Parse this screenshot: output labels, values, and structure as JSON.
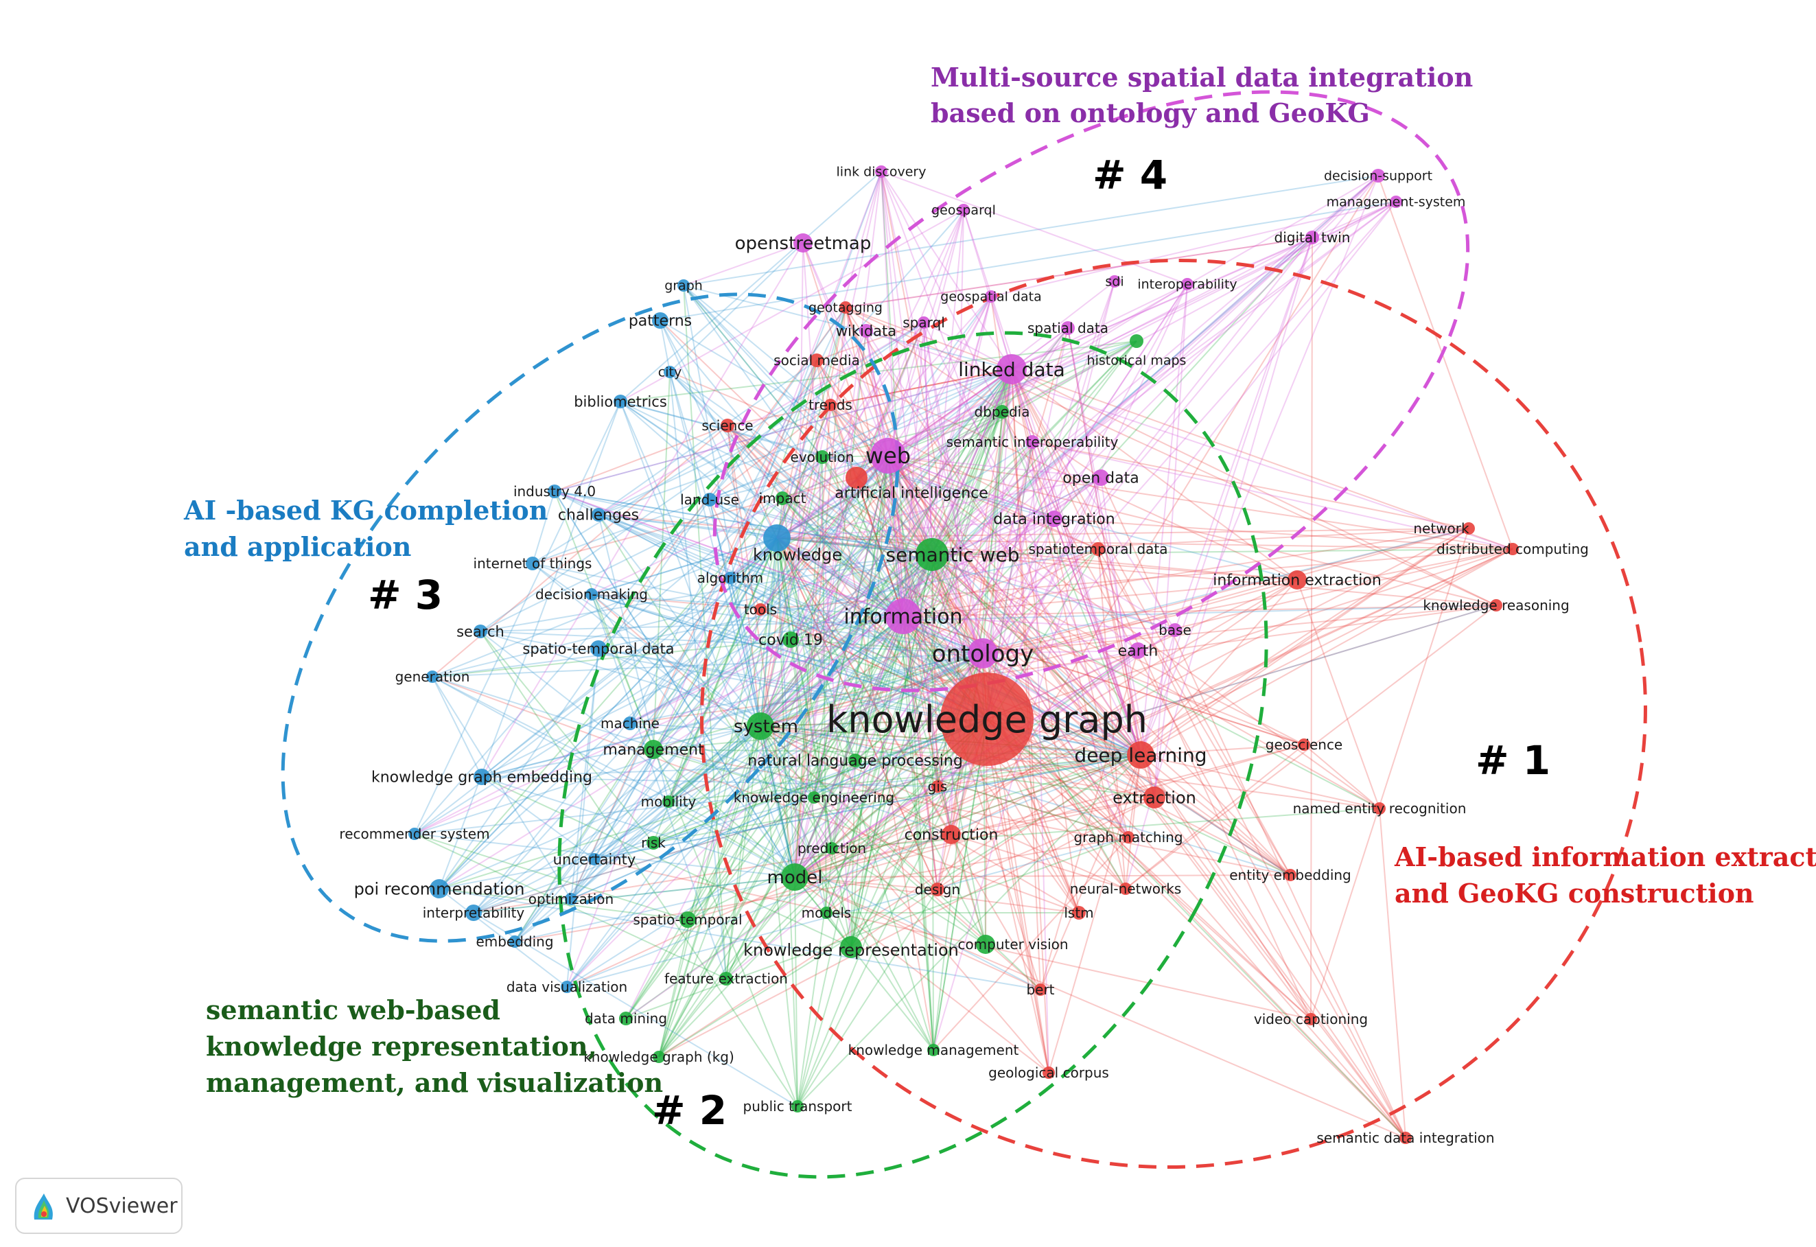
{
  "colors": {
    "cluster1": "#e8413c",
    "cluster2": "#1fae3c",
    "cluster3": "#2f93d0",
    "cluster4": "#d455d8",
    "label1": "#d81f1f",
    "label2": "#1a5c1a",
    "label3": "#1a7cc2",
    "label4": "#8a2ea8"
  },
  "clusters": [
    {
      "id": 1,
      "number": "# 1",
      "label_lines": [
        "AI-based information extraction",
        "and GeoKG construction"
      ]
    },
    {
      "id": 2,
      "number": "# 2",
      "label_lines": [
        "semantic web-based",
        "knowledge representation,",
        "management, and visualization"
      ]
    },
    {
      "id": 3,
      "number": "# 3",
      "label_lines": [
        "AI -based KG completion",
        "and application"
      ]
    },
    {
      "id": 4,
      "number": "# 4",
      "label_lines": [
        "Multi-source spatial data integration",
        "based on ontology and GeoKG"
      ]
    }
  ],
  "nodes": [
    {
      "label": "knowledge graph",
      "cluster": 1,
      "weight": 10
    },
    {
      "label": "deep learning",
      "cluster": 1,
      "weight": 4
    },
    {
      "label": "extraction",
      "cluster": 1,
      "weight": 3
    },
    {
      "label": "information extraction",
      "cluster": 1,
      "weight": 2
    },
    {
      "label": "network",
      "cluster": 1,
      "weight": 1
    },
    {
      "label": "distributed computing",
      "cluster": 1,
      "weight": 1
    },
    {
      "label": "knowledge reasoning",
      "cluster": 1,
      "weight": 1
    },
    {
      "label": "geoscience",
      "cluster": 1,
      "weight": 1
    },
    {
      "label": "named entity recognition",
      "cluster": 1,
      "weight": 1
    },
    {
      "label": "entity embedding",
      "cluster": 1,
      "weight": 1
    },
    {
      "label": "graph matching",
      "cluster": 1,
      "weight": 1
    },
    {
      "label": "neural-networks",
      "cluster": 1,
      "weight": 1
    },
    {
      "label": "lstm",
      "cluster": 1,
      "weight": 1
    },
    {
      "label": "bert",
      "cluster": 1,
      "weight": 1
    },
    {
      "label": "video captioning",
      "cluster": 1,
      "weight": 1
    },
    {
      "label": "semantic data integration",
      "cluster": 1,
      "weight": 1
    },
    {
      "label": "geological corpus",
      "cluster": 1,
      "weight": 1
    },
    {
      "label": "construction",
      "cluster": 1,
      "weight": 2
    },
    {
      "label": "design",
      "cluster": 1,
      "weight": 1
    },
    {
      "label": "gis",
      "cluster": 1,
      "weight": 1
    },
    {
      "label": "artificial intelligence",
      "cluster": 1,
      "weight": 2
    },
    {
      "label": "spatiotemporal data",
      "cluster": 1,
      "weight": 1
    },
    {
      "label": "social media",
      "cluster": 1,
      "weight": 1
    },
    {
      "label": "trends",
      "cluster": 1,
      "weight": 1
    },
    {
      "label": "science",
      "cluster": 1,
      "weight": 1
    },
    {
      "label": "geotagging",
      "cluster": 1,
      "weight": 1
    },
    {
      "label": "tools",
      "cluster": 1,
      "weight": 1
    },
    {
      "label": "semantic web",
      "cluster": 2,
      "weight": 3
    },
    {
      "label": "system",
      "cluster": 2,
      "weight": 3
    },
    {
      "label": "model",
      "cluster": 2,
      "weight": 3
    },
    {
      "label": "knowledge representation",
      "cluster": 2,
      "weight": 2
    },
    {
      "label": "natural language processing",
      "cluster": 2,
      "weight": 1
    },
    {
      "label": "knowledge engineering",
      "cluster": 2,
      "weight": 1
    },
    {
      "label": "management",
      "cluster": 2,
      "weight": 2
    },
    {
      "label": "mobility",
      "cluster": 2,
      "weight": 1
    },
    {
      "label": "risk",
      "cluster": 2,
      "weight": 1
    },
    {
      "label": "prediction",
      "cluster": 2,
      "weight": 1
    },
    {
      "label": "models",
      "cluster": 2,
      "weight": 1
    },
    {
      "label": "computer vision",
      "cluster": 2,
      "weight": 1
    },
    {
      "label": "feature extraction",
      "cluster": 2,
      "weight": 1
    },
    {
      "label": "data mining",
      "cluster": 2,
      "weight": 1
    },
    {
      "label": "knowledge graph (kg)",
      "cluster": 2,
      "weight": 1
    },
    {
      "label": "knowledge management",
      "cluster": 2,
      "weight": 1
    },
    {
      "label": "public transport",
      "cluster": 2,
      "weight": 1
    },
    {
      "label": "spatio-temporal",
      "cluster": 2,
      "weight": 1
    },
    {
      "label": "covid 19",
      "cluster": 2,
      "weight": 1
    },
    {
      "label": "impact",
      "cluster": 2,
      "weight": 1
    },
    {
      "label": "evolution",
      "cluster": 2,
      "weight": 1
    },
    {
      "label": "dbpedia",
      "cluster": 2,
      "weight": 1
    },
    {
      "label": "historical maps",
      "cluster": 2,
      "weight": 1
    },
    {
      "label": "knowledge",
      "cluster": 3,
      "weight": 2
    },
    {
      "label": "patterns",
      "cluster": 3,
      "weight": 1
    },
    {
      "label": "graph",
      "cluster": 3,
      "weight": 1
    },
    {
      "label": "city",
      "cluster": 3,
      "weight": 1
    },
    {
      "label": "bibliometrics",
      "cluster": 3,
      "weight": 1
    },
    {
      "label": "industry 4.0",
      "cluster": 3,
      "weight": 1
    },
    {
      "label": "challenges",
      "cluster": 3,
      "weight": 1
    },
    {
      "label": "land-use",
      "cluster": 3,
      "weight": 1
    },
    {
      "label": "internet of things",
      "cluster": 3,
      "weight": 1
    },
    {
      "label": "decision-making",
      "cluster": 3,
      "weight": 1
    },
    {
      "label": "algorithm",
      "cluster": 3,
      "weight": 1
    },
    {
      "label": "search",
      "cluster": 3,
      "weight": 1
    },
    {
      "label": "generation",
      "cluster": 3,
      "weight": 1
    },
    {
      "label": "spatio-temporal data",
      "cluster": 3,
      "weight": 1
    },
    {
      "label": "machine",
      "cluster": 3,
      "weight": 1
    },
    {
      "label": "knowledge graph embedding",
      "cluster": 3,
      "weight": 1
    },
    {
      "label": "recommender system",
      "cluster": 3,
      "weight": 1
    },
    {
      "label": "uncertainty",
      "cluster": 3,
      "weight": 1
    },
    {
      "label": "poi recommendation",
      "cluster": 3,
      "weight": 2
    },
    {
      "label": "interpretability",
      "cluster": 3,
      "weight": 1
    },
    {
      "label": "optimization",
      "cluster": 3,
      "weight": 1
    },
    {
      "label": "embedding",
      "cluster": 3,
      "weight": 1
    },
    {
      "label": "data visualization",
      "cluster": 3,
      "weight": 1
    },
    {
      "label": "ontology",
      "cluster": 4,
      "weight": 4
    },
    {
      "label": "information",
      "cluster": 4,
      "weight": 3
    },
    {
      "label": "web",
      "cluster": 4,
      "weight": 3
    },
    {
      "label": "linked data",
      "cluster": 4,
      "weight": 3
    },
    {
      "label": "openstreetmap",
      "cluster": 4,
      "weight": 2
    },
    {
      "label": "link discovery",
      "cluster": 4,
      "weight": 1
    },
    {
      "label": "geosparql",
      "cluster": 4,
      "weight": 1
    },
    {
      "label": "decision-support",
      "cluster": 4,
      "weight": 1
    },
    {
      "label": "management-system",
      "cluster": 4,
      "weight": 1
    },
    {
      "label": "digital twin",
      "cluster": 4,
      "weight": 1
    },
    {
      "label": "sdi",
      "cluster": 4,
      "weight": 1
    },
    {
      "label": "interoperability",
      "cluster": 4,
      "weight": 1
    },
    {
      "label": "geospatial data",
      "cluster": 4,
      "weight": 1
    },
    {
      "label": "sparql",
      "cluster": 4,
      "weight": 1
    },
    {
      "label": "wikidata",
      "cluster": 4,
      "weight": 1
    },
    {
      "label": "spatial data",
      "cluster": 4,
      "weight": 1
    },
    {
      "label": "semantic interoperability",
      "cluster": 4,
      "weight": 1
    },
    {
      "label": "open data",
      "cluster": 4,
      "weight": 1
    },
    {
      "label": "data integration",
      "cluster": 4,
      "weight": 2
    },
    {
      "label": "base",
      "cluster": 4,
      "weight": 1
    },
    {
      "label": "earth",
      "cluster": 4,
      "weight": 1
    }
  ],
  "logo": {
    "text": "VOSviewer"
  }
}
